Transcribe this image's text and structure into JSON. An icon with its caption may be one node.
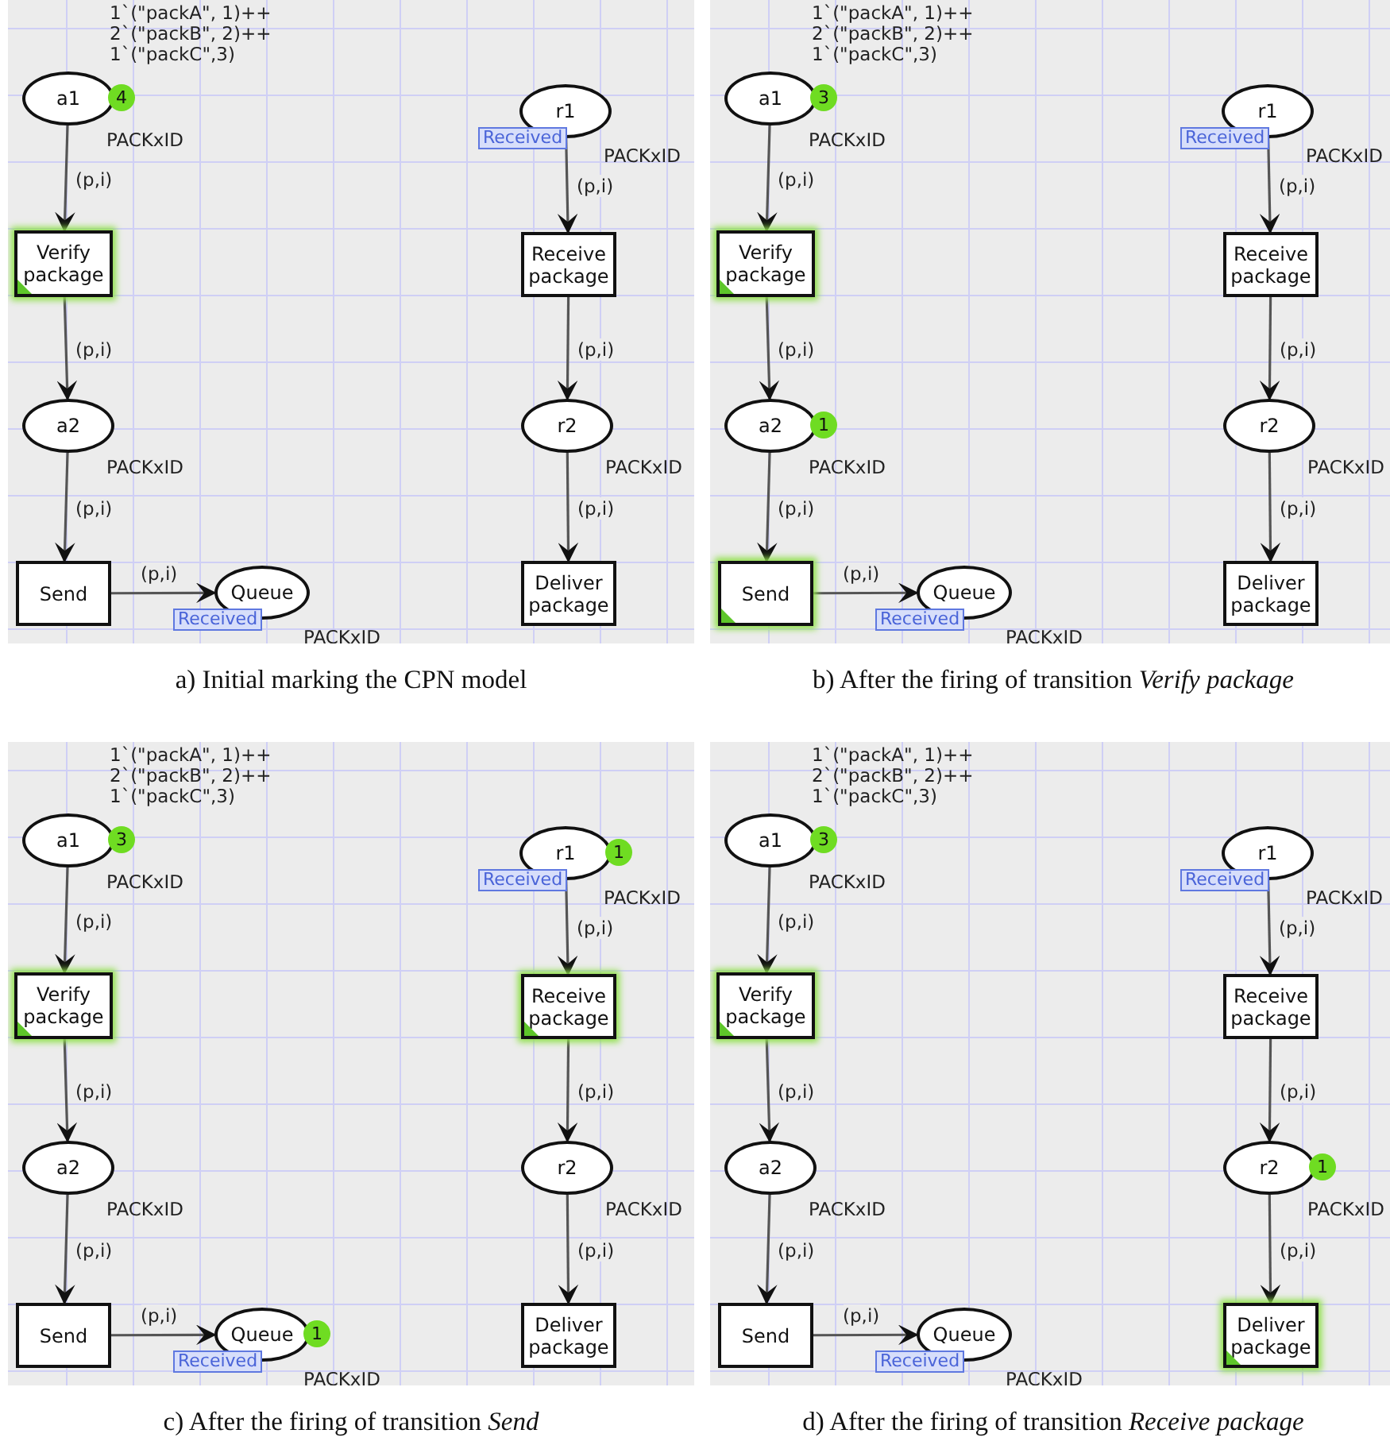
{
  "diagram": {
    "nodes": [
      {
        "text": [
          "a) Initial marking the CPN model"
        ]
      },
      {
        "text": [
          "a1"
        ],
        "in": 0,
        "beside": [
          "1`(\"packA\", 1)++ 2`(\"packB\", 2)++ 1`(\"packC\",3)",
          "PACKxID"
        ]
      },
      {
        "text": [
          "Verify package"
        ],
        "in": 0
      },
      {
        "text": [
          "a2"
        ],
        "in": 0,
        "beside": [
          "PACKxID"
        ]
      },
      {
        "text": [
          "Send"
        ],
        "in": 0
      },
      {
        "text": [
          "Queue"
        ],
        "in": 0,
        "beside": [
          "PACKxID"
        ]
      },
      {
        "text": [
          "r1"
        ],
        "in": 0,
        "beside": [
          "PACKxID"
        ]
      },
      {
        "text": [
          "Receive package"
        ],
        "in": 0
      },
      {
        "text": [
          "r2"
        ],
        "in": 0,
        "beside": [
          "PACKxID"
        ]
      },
      {
        "text": [
          "Deliver package"
        ],
        "in": 0
      },
      {
        "text": [
          "Received"
        ],
        "in": 0
      },
      {
        "text": [
          "Received"
        ],
        "in": 0
      },
      {
        "text": [
          "4"
        ],
        "in": 0
      },
      {
        "text": [
          "b) After the firing of transition *Verify package*"
        ]
      },
      {
        "text": [
          "a1"
        ],
        "in": 13,
        "beside": [
          "1`(\"packA\", 1)++ 2`(\"packB\", 2)++ 1`(\"packC\",3)",
          "PACKxID"
        ]
      },
      {
        "text": [
          "Verify package"
        ],
        "in": 13
      },
      {
        "text": [
          "a2"
        ],
        "in": 13,
        "beside": [
          "PACKxID"
        ]
      },
      {
        "text": [
          "Send"
        ],
        "in": 13
      },
      {
        "text": [
          "Queue"
        ],
        "in": 13,
        "beside": [
          "PACKxID"
        ]
      },
      {
        "text": [
          "r1"
        ],
        "in": 13,
        "beside": [
          "PACKxID"
        ]
      },
      {
        "text": [
          "Receive package"
        ],
        "in": 13
      },
      {
        "text": [
          "r2"
        ],
        "in": 13,
        "beside": [
          "PACKxID"
        ]
      },
      {
        "text": [
          "Deliver package"
        ],
        "in": 13
      },
      {
        "text": [
          "Received"
        ],
        "in": 13
      },
      {
        "text": [
          "Received"
        ],
        "in": 13
      },
      {
        "text": [
          "3"
        ],
        "in": 13
      },
      {
        "text": [
          "1"
        ],
        "in": 13
      },
      {
        "text": [
          "c) After the firing of transition *Send*"
        ]
      },
      {
        "text": [
          "a1"
        ],
        "in": 27,
        "beside": [
          "1`(\"packA\", 1)++ 2`(\"packB\", 2)++ 1`(\"packC\",3)",
          "PACKxID"
        ]
      },
      {
        "text": [
          "Verify package"
        ],
        "in": 27
      },
      {
        "text": [
          "a2"
        ],
        "in": 27,
        "beside": [
          "PACKxID"
        ]
      },
      {
        "text": [
          "Send"
        ],
        "in": 27
      },
      {
        "text": [
          "Queue"
        ],
        "in": 27,
        "beside": [
          "PACKxID"
        ]
      },
      {
        "text": [
          "r1"
        ],
        "in": 27,
        "beside": [
          "PACKxID"
        ]
      },
      {
        "text": [
          "Receive package"
        ],
        "in": 27
      },
      {
        "text": [
          "r2"
        ],
        "in": 27,
        "beside": [
          "PACKxID"
        ]
      },
      {
        "text": [
          "Deliver package"
        ],
        "in": 27
      },
      {
        "text": [
          "Received"
        ],
        "in": 27
      },
      {
        "text": [
          "Received"
        ],
        "in": 27
      },
      {
        "text": [
          "3"
        ],
        "in": 27
      },
      {
        "text": [
          "1"
        ],
        "in": 27
      },
      {
        "text": [
          "1"
        ],
        "in": 27
      },
      {
        "text": [
          "d) After the firing of transition *Receive package*"
        ]
      },
      {
        "text": [
          "a1"
        ],
        "in": 42,
        "beside": [
          "1`(\"packA\", 1)++ 2`(\"packB\", 2)++ 1`(\"packC\",3)",
          "PACKxID"
        ]
      },
      {
        "text": [
          "Verify package"
        ],
        "in": 42
      },
      {
        "text": [
          "a2"
        ],
        "in": 42,
        "beside": [
          "PACKxID"
        ]
      },
      {
        "text": [
          "Send"
        ],
        "in": 42
      },
      {
        "text": [
          "Queue"
        ],
        "in": 42,
        "beside": [
          "PACKxID"
        ]
      },
      {
        "text": [
          "r1"
        ],
        "in": 42,
        "beside": [
          "PACKxID"
        ]
      },
      {
        "text": [
          "Receive package"
        ],
        "in": 42
      },
      {
        "text": [
          "r2"
        ],
        "in": 42,
        "beside": [
          "PACKxID"
        ]
      },
      {
        "text": [
          "Deliver package"
        ],
        "in": 42
      },
      {
        "text": [
          "Received"
        ],
        "in": 42
      },
      {
        "text": [
          "Received"
        ],
        "in": 42
      },
      {
        "text": [
          "3"
        ],
        "in": 42
      },
      {
        "text": [
          "1"
        ],
        "in": 42
      }
    ],
    "edges": [
      {
        "from": 1,
        "to": 2,
        "arrow": "to",
        "label": "(p,i)"
      },
      {
        "from": 2,
        "to": 3,
        "arrow": "to",
        "label": "(p,i)"
      },
      {
        "from": 3,
        "to": 4,
        "arrow": "to",
        "label": "(p,i)"
      },
      {
        "from": 4,
        "to": 5,
        "arrow": "to",
        "label": "(p,i)"
      },
      {
        "from": 6,
        "to": 7,
        "arrow": "to",
        "label": "(p,i)"
      },
      {
        "from": 7,
        "to": 8,
        "arrow": "to",
        "label": "(p,i)"
      },
      {
        "from": 8,
        "to": 9,
        "arrow": "to",
        "label": "(p,i)"
      },
      {
        "from": 14,
        "to": 15,
        "arrow": "to",
        "label": "(p,i)"
      },
      {
        "from": 15,
        "to": 16,
        "arrow": "to",
        "label": "(p,i)"
      },
      {
        "from": 16,
        "to": 17,
        "arrow": "to",
        "label": "(p,i)"
      },
      {
        "from": 17,
        "to": 18,
        "arrow": "to",
        "label": "(p,i)"
      },
      {
        "from": 19,
        "to": 20,
        "arrow": "to",
        "label": "(p,i)"
      },
      {
        "from": 20,
        "to": 21,
        "arrow": "to",
        "label": "(p,i)"
      },
      {
        "from": 21,
        "to": 22,
        "arrow": "to",
        "label": "(p,i)"
      },
      {
        "from": 28,
        "to": 29,
        "arrow": "to",
        "label": "(p,i)"
      },
      {
        "from": 29,
        "to": 30,
        "arrow": "to",
        "label": "(p,i)"
      },
      {
        "from": 30,
        "to": 31,
        "arrow": "to",
        "label": "(p,i)"
      },
      {
        "from": 31,
        "to": 32,
        "arrow": "to",
        "label": "(p,i)"
      },
      {
        "from": 33,
        "to": 34,
        "arrow": "to",
        "label": "(p,i)"
      },
      {
        "from": 34,
        "to": 35,
        "arrow": "to",
        "label": "(p,i)"
      },
      {
        "from": 35,
        "to": 36,
        "arrow": "to",
        "label": "(p,i)"
      },
      {
        "from": 43,
        "to": 44,
        "arrow": "to",
        "label": "(p,i)"
      },
      {
        "from": 44,
        "to": 45,
        "arrow": "to",
        "label": "(p,i)"
      },
      {
        "from": 45,
        "to": 46,
        "arrow": "to",
        "label": "(p,i)"
      },
      {
        "from": 46,
        "to": 47,
        "arrow": "to",
        "label": "(p,i)"
      },
      {
        "from": 48,
        "to": 49,
        "arrow": "to",
        "label": "(p,i)"
      },
      {
        "from": 49,
        "to": 50,
        "arrow": "to",
        "label": "(p,i)"
      },
      {
        "from": 50,
        "to": 51,
        "arrow": "to",
        "label": "(p,i)"
      }
    ]
  }
}
